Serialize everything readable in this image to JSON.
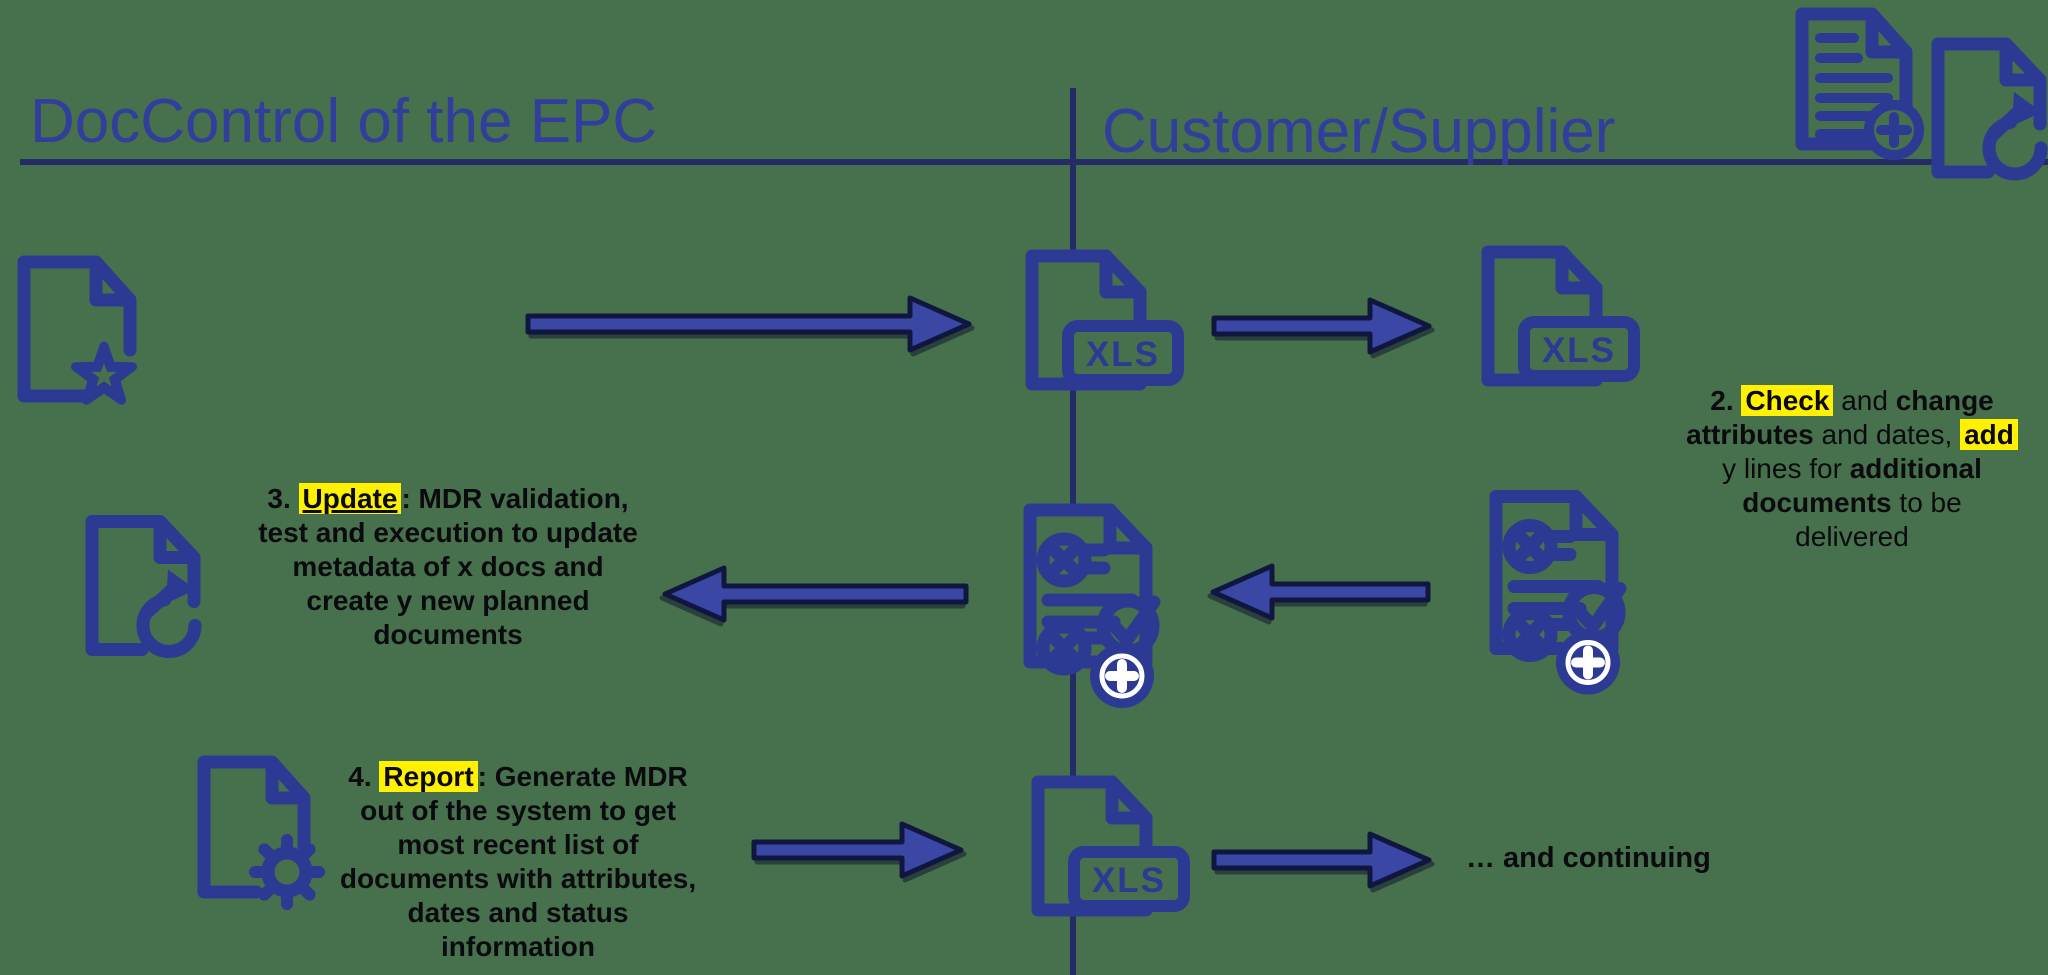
{
  "colors": {
    "background": "#47704C",
    "primary_blue": "#2D3A93",
    "title_blue": "#313E9B",
    "line_navy": "#232C66",
    "arrow_fill": "#3A47A5",
    "arrow_outline": "#10173E",
    "highlight_yellow": "#FFF100",
    "text_black": "#0B0B0F"
  },
  "header": {
    "left_lane_title": "DocControl of the EPC",
    "right_lane_title": "Customer/Supplier"
  },
  "labels": {
    "xls_badge": "XLS",
    "continuing": "… and continuing"
  },
  "icons": {
    "doc_star": "document-star-icon",
    "doc_xls": "xls-document-icon",
    "doc_tasklist_add": "document-tasklist-add-icon",
    "doc_refresh": "document-refresh-icon",
    "doc_gear": "document-gear-icon",
    "doc_add": "document-add-icon"
  },
  "annotations": {
    "step2": {
      "lines": [
        [
          {
            "t": "2. ",
            "b": 1
          },
          {
            "t": "Check",
            "b": 1,
            "hl": 1
          },
          {
            "t": " and ",
            "b": 0
          },
          {
            "t": "change",
            "b": 1
          }
        ],
        [
          {
            "t": "attributes",
            "b": 1
          },
          {
            "t": " and dates, ",
            "b": 0
          },
          {
            "t": "add",
            "b": 1,
            "hl": 1
          }
        ],
        [
          {
            "t": "y lines for ",
            "b": 0
          },
          {
            "t": "additional",
            "b": 1
          }
        ],
        [
          {
            "t": "documents",
            "b": 1
          },
          {
            "t": " to be",
            "b": 0
          }
        ],
        [
          {
            "t": "delivered",
            "b": 0
          }
        ]
      ]
    },
    "step3": {
      "lines": [
        [
          {
            "t": "3. ",
            "b": 1
          },
          {
            "t": "Update",
            "b": 1,
            "hl": 1,
            "u": 1
          },
          {
            "t": ": MDR validation,",
            "b": 1
          }
        ],
        [
          {
            "t": "test and execution to update",
            "b": 1
          }
        ],
        [
          {
            "t": "metadata of x docs and",
            "b": 1
          }
        ],
        [
          {
            "t": "create y new planned",
            "b": 1
          }
        ],
        [
          {
            "t": "documents",
            "b": 1
          }
        ]
      ]
    },
    "step4": {
      "lines": [
        [
          {
            "t": "4. ",
            "b": 1
          },
          {
            "t": "Report",
            "b": 1,
            "hl": 1
          },
          {
            "t": ": Generate MDR",
            "b": 1
          }
        ],
        [
          {
            "t": "out of the system to get",
            "b": 1
          }
        ],
        [
          {
            "t": "most recent list of",
            "b": 1
          }
        ],
        [
          {
            "t": "documents with attributes,",
            "b": 1
          }
        ],
        [
          {
            "t": "dates and status",
            "b": 1
          }
        ],
        [
          {
            "t": "information",
            "b": 1
          }
        ]
      ]
    }
  }
}
